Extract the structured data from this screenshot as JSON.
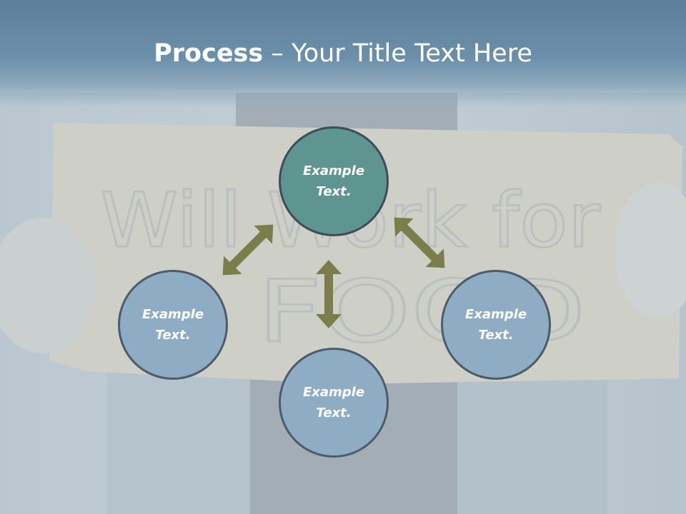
{
  "slide": {
    "title_bold": "Process",
    "title_rest": " – Your Title Text Here"
  },
  "background": {
    "sign_text_line1": "Will Work for",
    "sign_text_line2": "FOOD"
  },
  "nodes": [
    {
      "label": "Example Text.",
      "role": "primary"
    },
    {
      "label": "Example Text.",
      "role": "secondary"
    },
    {
      "label": "Example Text.",
      "role": "secondary"
    },
    {
      "label": "Example Text.",
      "role": "secondary"
    }
  ],
  "colors": {
    "title_band": "#6d90aa",
    "primary_node": "#5f9590",
    "secondary_node": "#8eadc5",
    "arrow": "#7b7e4a",
    "node_border": "#3d4c58"
  },
  "icons": {
    "arrow": "double-headed-arrow"
  }
}
